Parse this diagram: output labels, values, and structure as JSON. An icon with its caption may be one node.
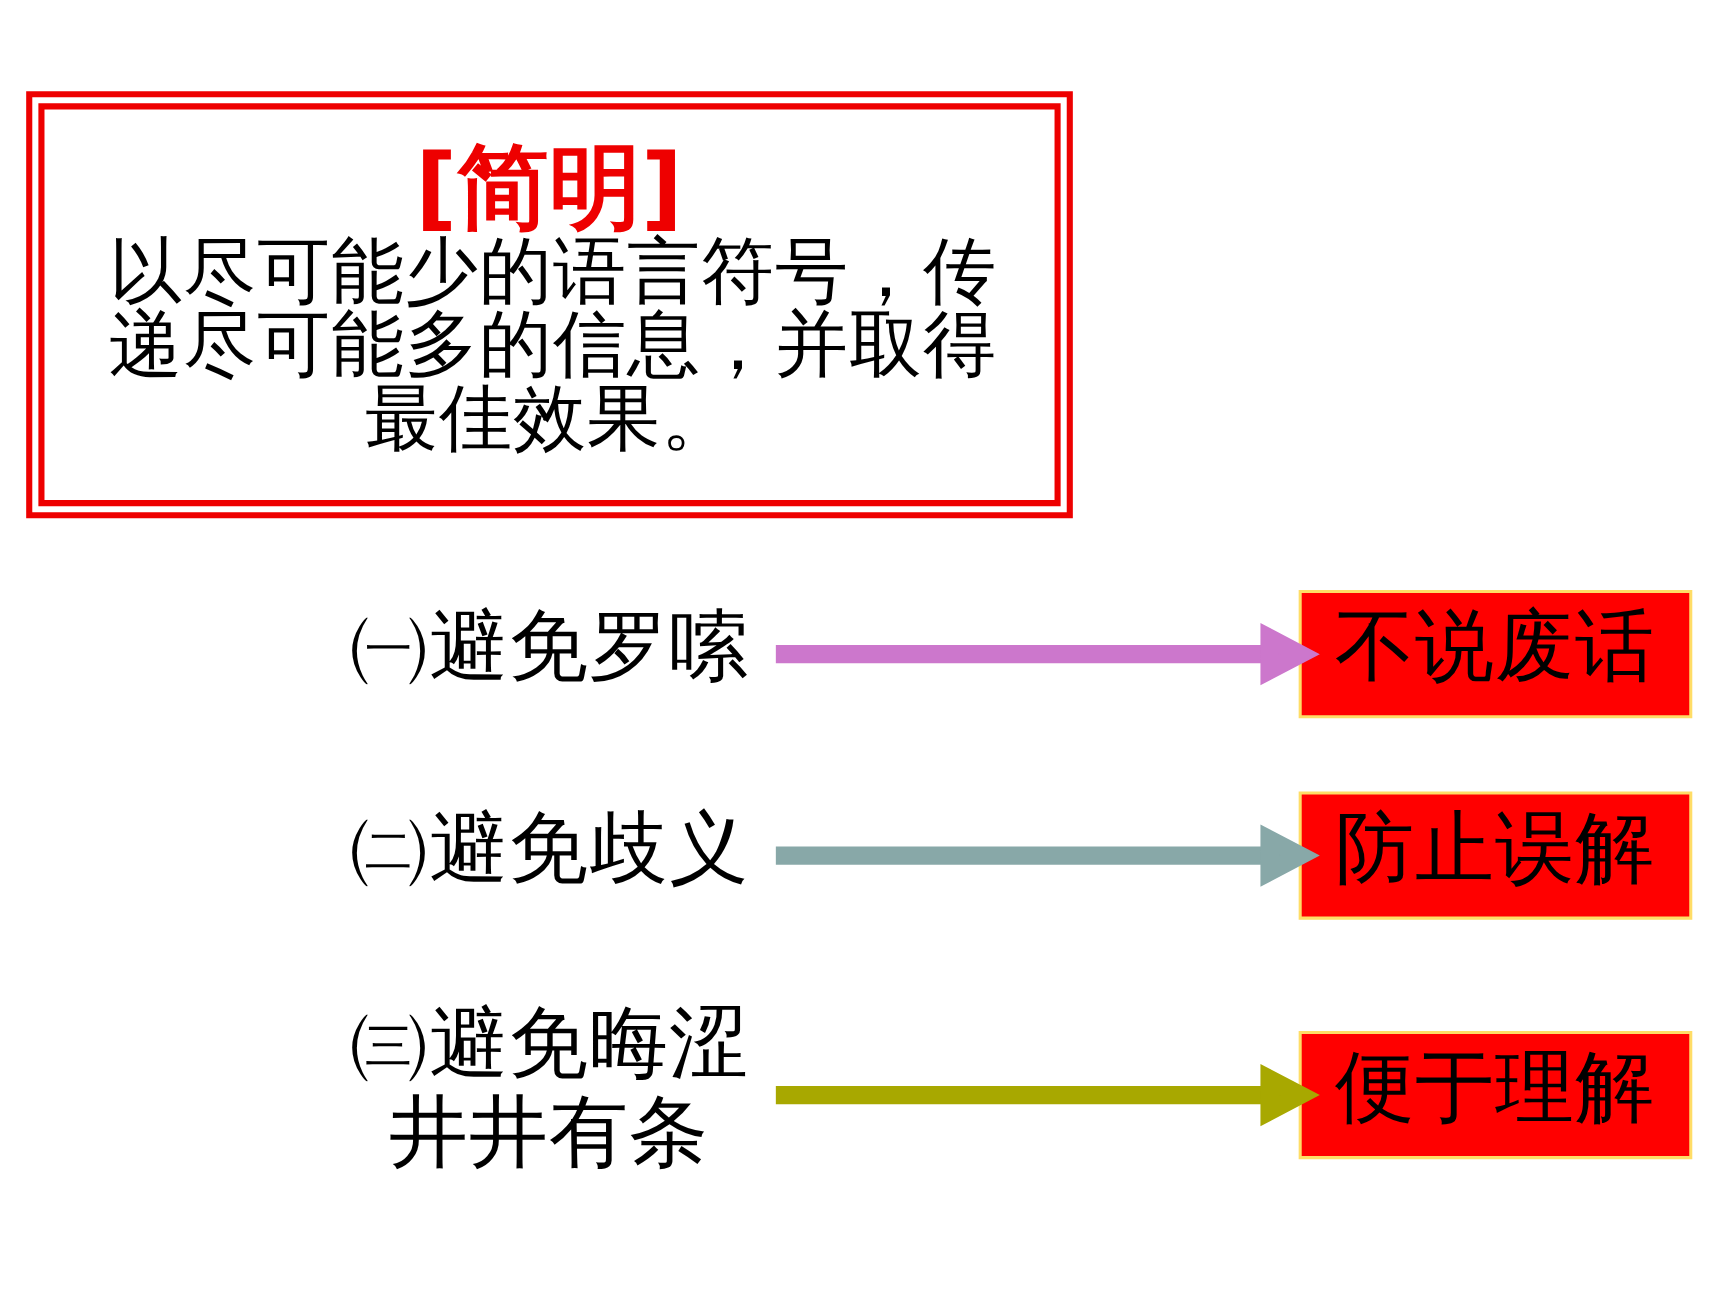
{
  "diagram": {
    "nodes": [
      {
        "text": [
          "[简明]",
          "以尽可能少的语言符号，传递尽可能多的信息，并取得最佳效果。"
        ]
      },
      {
        "text": [
          "㈠避免罗嗦"
        ]
      },
      {
        "text": [
          "不说废话"
        ]
      },
      {
        "text": [
          "㈡避免歧义"
        ]
      },
      {
        "text": [
          "防止误解"
        ]
      },
      {
        "text": [
          "㈢避免晦涩",
          "井井有条"
        ]
      },
      {
        "text": [
          "便于理解"
        ]
      }
    ],
    "edges": [
      {
        "from": 1,
        "to": 2,
        "arrow": "to",
        "color": "#cc77cc"
      },
      {
        "from": 3,
        "to": 4,
        "arrow": "to",
        "color": "#88a8a8"
      },
      {
        "from": 5,
        "to": 6,
        "arrow": "to",
        "color": "#a8a800"
      }
    ]
  }
}
